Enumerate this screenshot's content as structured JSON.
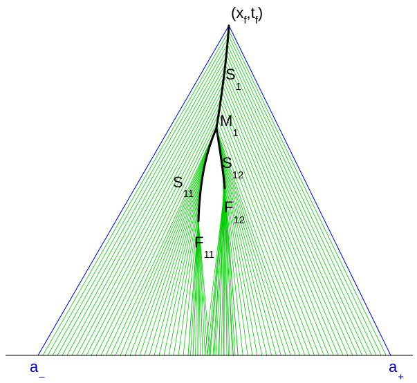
{
  "colors": {
    "background": "#ffffff",
    "rays": "#00cc00",
    "triangle": "#0000ff",
    "curves": "#000000",
    "base_labels": "#0000cc",
    "axis": "#000000"
  },
  "labels": {
    "apex": "(x",
    "apex_sub_x": "f",
    "apex_comma": ",t",
    "apex_sub_t": "f",
    "apex_close": ")",
    "s1": "S",
    "s1_sub": "1",
    "m1": "M",
    "m1_sub": "1",
    "s12": "S",
    "s12_sub": "12",
    "s11": "S",
    "s11_sub": "11",
    "f12": "F",
    "f12_sub": "12",
    "f11": "F",
    "f11_sub": "11",
    "a_minus": "a",
    "a_minus_sub": "–",
    "a_plus": "a",
    "a_plus_sub": "+"
  }
}
